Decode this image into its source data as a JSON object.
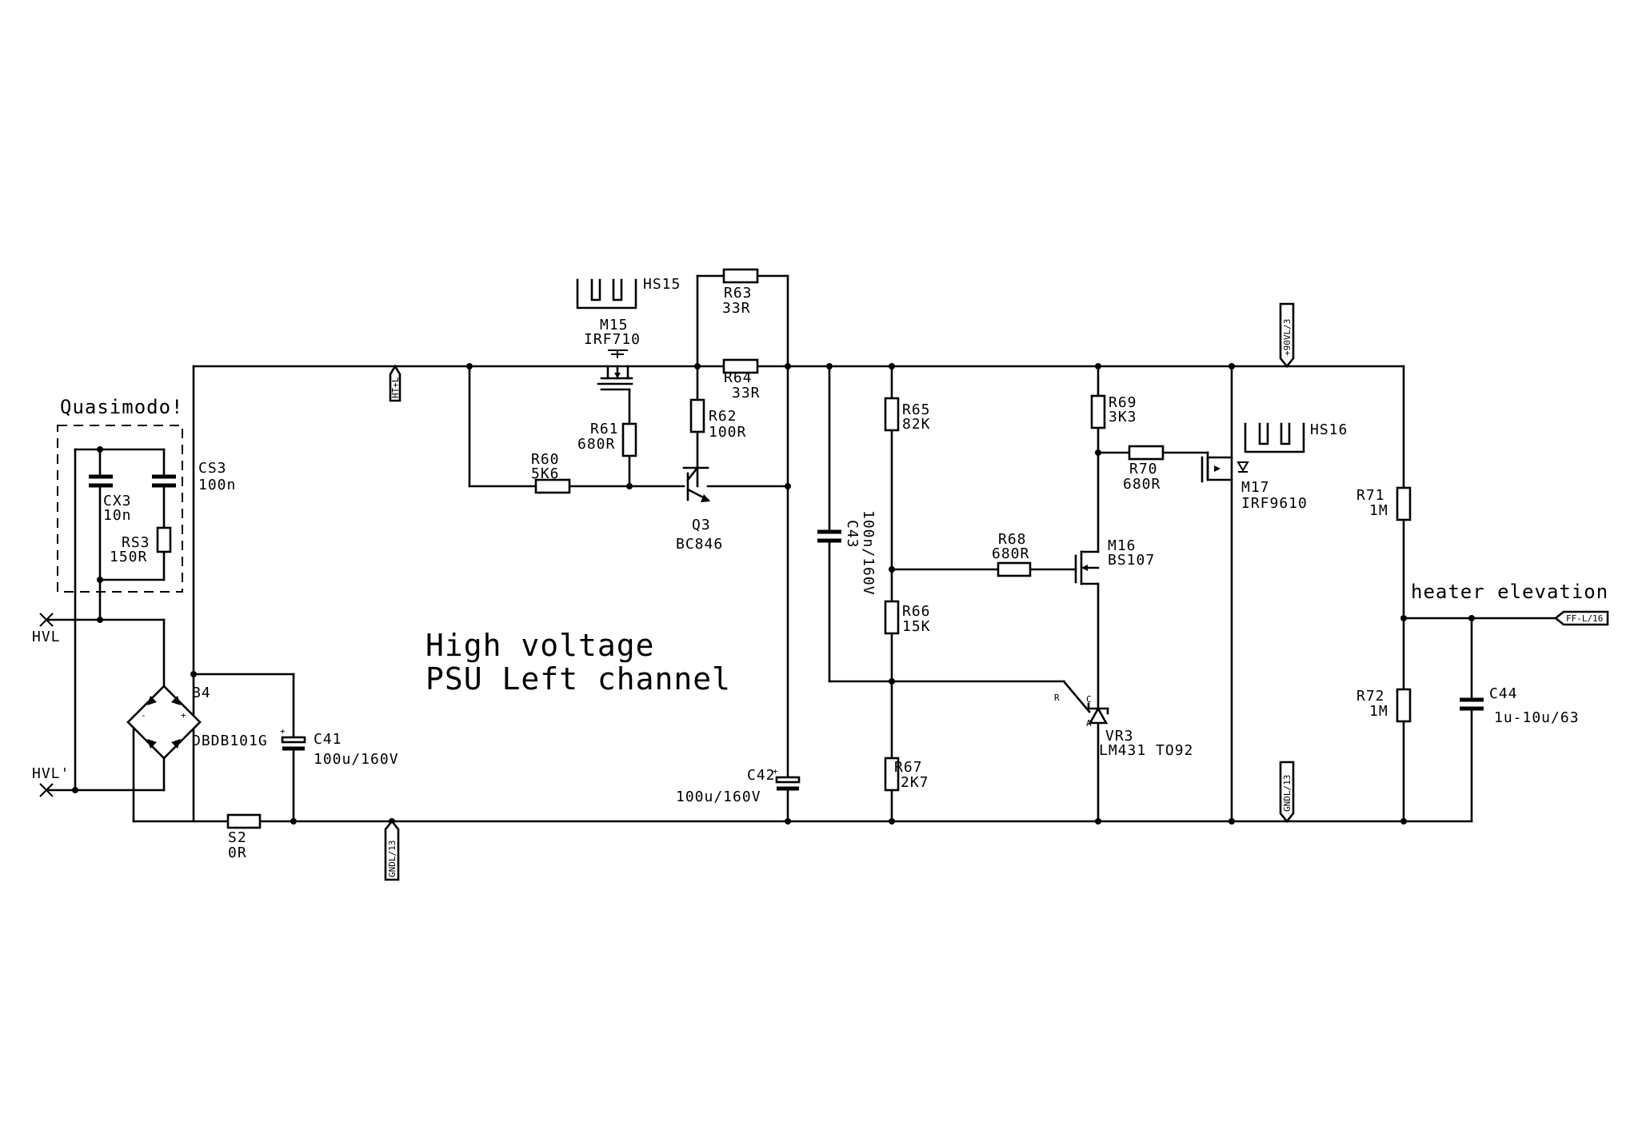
{
  "title": {
    "line1": "High voltage",
    "line2": "PSU Left channel"
  },
  "annotations": {
    "quasimodo": "Quasimodo!",
    "heater": "heater elevation"
  },
  "nets": {
    "ht": "HT+L",
    "v90": "+90VL/3",
    "gnd": "GNDL/13",
    "ff": "FF-L/16",
    "hvl": "HVL",
    "hvl2": "HVL'"
  },
  "parts": {
    "m15": {
      "ref": "M15",
      "value": "IRF710"
    },
    "hs15": {
      "ref": "HS15"
    },
    "hs16": {
      "ref": "HS16"
    },
    "r63": {
      "ref": "R63",
      "value": "33R"
    },
    "r64": {
      "ref": "R64",
      "value": "33R"
    },
    "r62": {
      "ref": "R62",
      "value": "100R"
    },
    "r61": {
      "ref": "R61",
      "value": "680R"
    },
    "r60": {
      "ref": "R60",
      "value": "5K6"
    },
    "q3": {
      "ref": "Q3",
      "value": "BC846"
    },
    "cx3": {
      "ref": "CX3",
      "value": "10n"
    },
    "rs3": {
      "ref": "RS3",
      "value": "150R"
    },
    "cs3": {
      "ref": "CS3",
      "value": "100n"
    },
    "b4": {
      "ref": "B4",
      "value": "DBDB101G"
    },
    "c41": {
      "ref": "C41",
      "value": "100u/160V"
    },
    "s2": {
      "ref": "S2",
      "value": "0R"
    },
    "c42": {
      "ref": "C42",
      "value": "100u/160V"
    },
    "c43": {
      "ref": "C43",
      "value": "100n/160V"
    },
    "r65": {
      "ref": "R65",
      "value": "82K"
    },
    "r66": {
      "ref": "R66",
      "value": "15K"
    },
    "r67": {
      "ref": "R67",
      "value": "2K7"
    },
    "r68": {
      "ref": "R68",
      "value": "680R"
    },
    "r69": {
      "ref": "R69",
      "value": "3K3"
    },
    "r70": {
      "ref": "R70",
      "value": "680R"
    },
    "m16": {
      "ref": "M16",
      "value": "BS107"
    },
    "m17": {
      "ref": "M17",
      "value": "IRF9610"
    },
    "vr3": {
      "ref": "VR3",
      "value": "LM431 TO92",
      "pin_r": "R",
      "pin_a": "A",
      "pin_c": "C"
    },
    "r71": {
      "ref": "R71",
      "value": "1M"
    },
    "r72": {
      "ref": "R72",
      "value": "1M"
    },
    "c44": {
      "ref": "C44",
      "value": "1u-10u/63"
    }
  }
}
